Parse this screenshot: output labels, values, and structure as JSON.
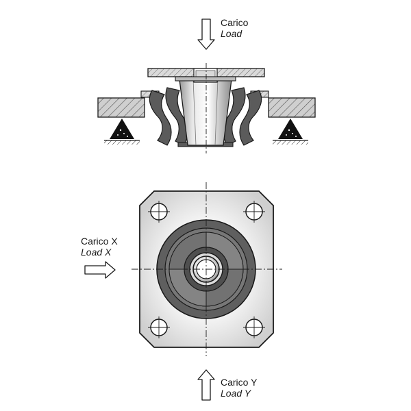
{
  "labels": {
    "top": {
      "line1": "Carico",
      "line2": "Load"
    },
    "x": {
      "line1": "Carico X",
      "line2": "Load X"
    },
    "y": {
      "line1": "Carico Y",
      "line2": "Load Y"
    }
  },
  "colors": {
    "stroke": "#1a1a1a",
    "rubber": "#5b5b5b",
    "hatch": "#9a9a9a",
    "plate": "#e2e2e2"
  }
}
